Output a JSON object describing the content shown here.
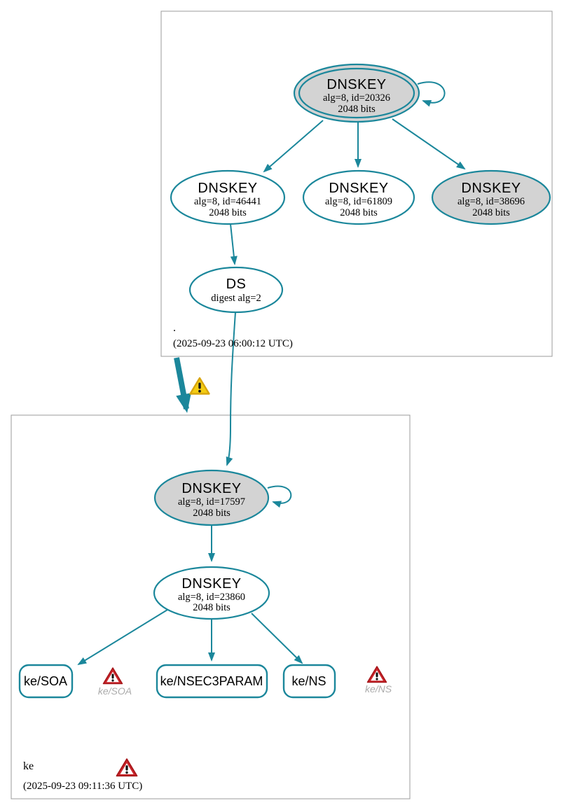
{
  "graph": {
    "type": "dnssec-authentication-chain",
    "edge_color": "#1b879b",
    "node_gray_fill": "#d3d3d3",
    "node_white_fill": "#ffffff",
    "cluster_border_color": "#9b9b9b",
    "warning_red_color": "#c9252b",
    "warning_yellow_color": "#f4cd13"
  },
  "clusters": {
    "root": {
      "label": ".",
      "timestamp": "(2025-09-23 06:00:12 UTC)"
    },
    "ke": {
      "label": "ke",
      "timestamp": "(2025-09-23 09:11:36 UTC)"
    }
  },
  "nodes": {
    "root_ksk": {
      "title": "DNSKEY",
      "detail1": "alg=8, id=20326",
      "detail2": "2048 bits"
    },
    "root_key_46441": {
      "title": "DNSKEY",
      "detail1": "alg=8, id=46441",
      "detail2": "2048 bits"
    },
    "root_key_61809": {
      "title": "DNSKEY",
      "detail1": "alg=8, id=61809",
      "detail2": "2048 bits"
    },
    "root_key_38696": {
      "title": "DNSKEY",
      "detail1": "alg=8, id=38696",
      "detail2": "2048 bits"
    },
    "root_ds": {
      "title": "DS",
      "detail1": "digest alg=2"
    },
    "ke_ksk": {
      "title": "DNSKEY",
      "detail1": "alg=8, id=17597",
      "detail2": "2048 bits"
    },
    "ke_zsk": {
      "title": "DNSKEY",
      "detail1": "alg=8, id=23860",
      "detail2": "2048 bits"
    },
    "ke_soa": {
      "label": "ke/SOA"
    },
    "ke_nsec3param": {
      "label": "ke/NSEC3PARAM"
    },
    "ke_ns": {
      "label": "ke/NS"
    }
  },
  "warnings": {
    "soa": {
      "label": "ke/SOA"
    },
    "ns": {
      "label": "ke/NS"
    }
  }
}
